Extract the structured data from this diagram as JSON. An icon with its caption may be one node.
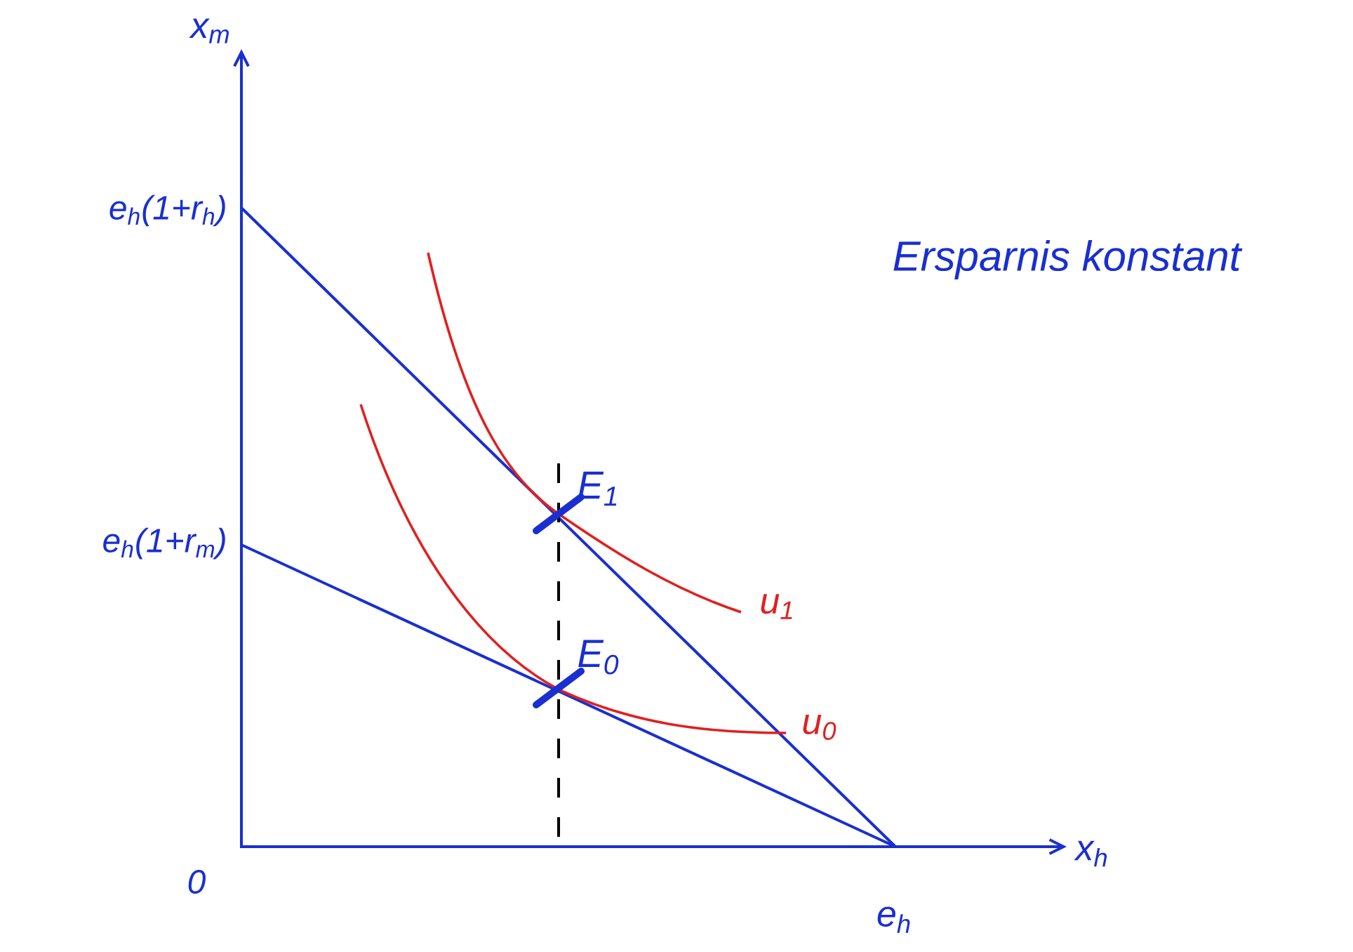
{
  "diagram": {
    "labels": [
      "x$_{m}$",
      "e$_{h}$(1+r$_{h}$)",
      "Ersparnis konstant",
      "E$_{1}$",
      "e$_{h}$(1+r$_{m}$)",
      "u$_{1}$",
      "E$_{0}$",
      "u$_{0}$",
      "0",
      "x$_{h}$",
      "e$_{h}$"
    ]
  }
}
